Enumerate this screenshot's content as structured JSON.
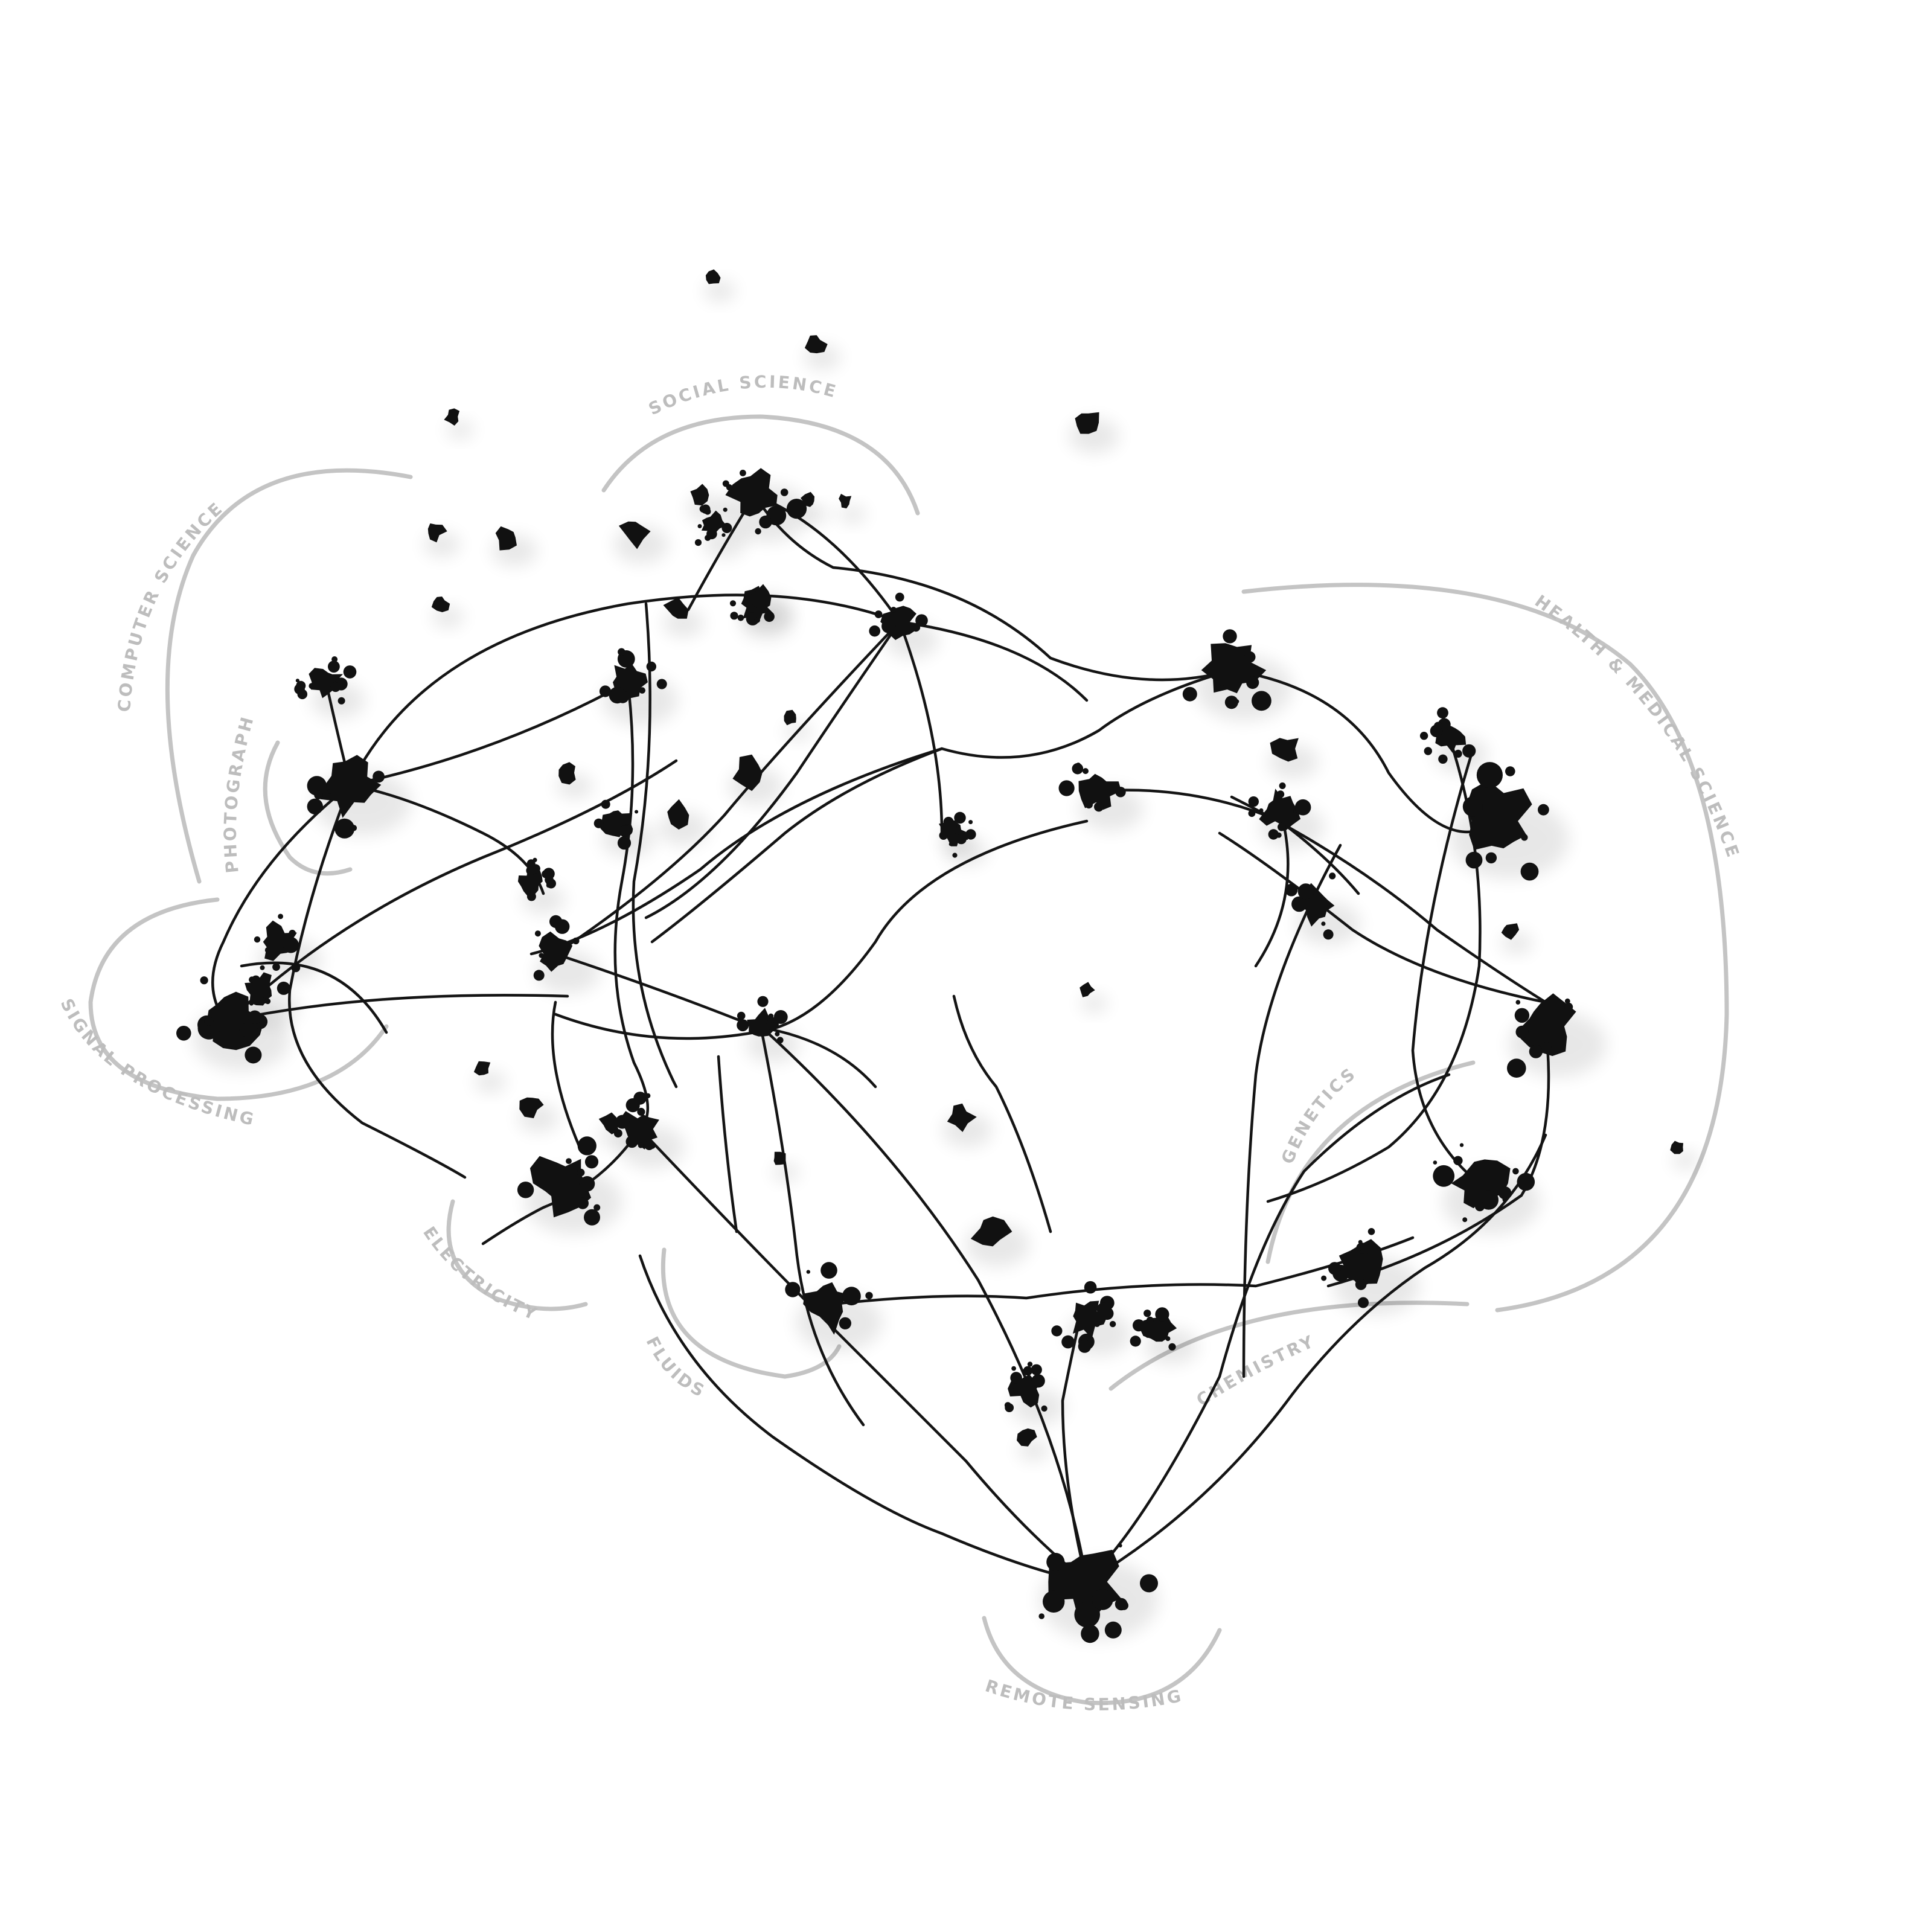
{
  "regions": [
    {
      "id": "social",
      "label": "SOCIAL SCIENCE"
    },
    {
      "id": "computer",
      "label": "COMPUTER SCIENCE"
    },
    {
      "id": "photography",
      "label": "PHOTOGRAPHY"
    },
    {
      "id": "signal",
      "label": "SIGNAL PROCESSING"
    },
    {
      "id": "health",
      "label": "HEALTH & MEDICAL SCIENCE"
    },
    {
      "id": "genetics",
      "label": "GENETICS"
    },
    {
      "id": "electricity",
      "label": "ELECTRICITY"
    },
    {
      "id": "fluids",
      "label": "FLUIDS"
    },
    {
      "id": "chemistry",
      "label": "CHEMISTRY"
    },
    {
      "id": "remote",
      "label": "REMOTE SENSING"
    }
  ]
}
